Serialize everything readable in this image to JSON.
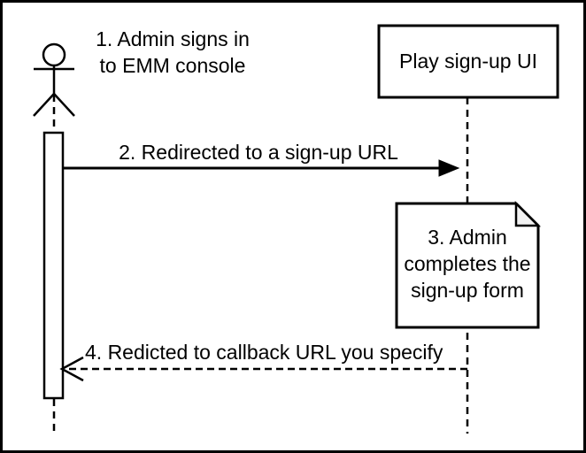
{
  "diagram": {
    "kind": "uml-sequence-diagram",
    "colors": {
      "stroke": "#000000",
      "background": "#ffffff",
      "note_fill": "#ffffff",
      "note_fold": "#f2f2f2"
    }
  },
  "actor": {
    "icon": "stick-figure",
    "annotation": {
      "lines": [
        "1. Admin signs in",
        "to EMM console"
      ]
    }
  },
  "participants": {
    "play_ui": {
      "label": "Play sign-up UI"
    }
  },
  "messages": [
    {
      "step": "2",
      "label": "2. Redirected to a sign-up URL",
      "style": "solid",
      "arrowhead": "filled",
      "direction": "actor-to-play-ui"
    },
    {
      "step": "4",
      "label": "4. Redicted to callback URL you specify",
      "style": "dashed",
      "arrowhead": "open",
      "direction": "play-ui-to-actor"
    }
  ],
  "note": {
    "step": "3",
    "lines": [
      "3. Admin",
      "completes the",
      "sign-up form"
    ]
  }
}
